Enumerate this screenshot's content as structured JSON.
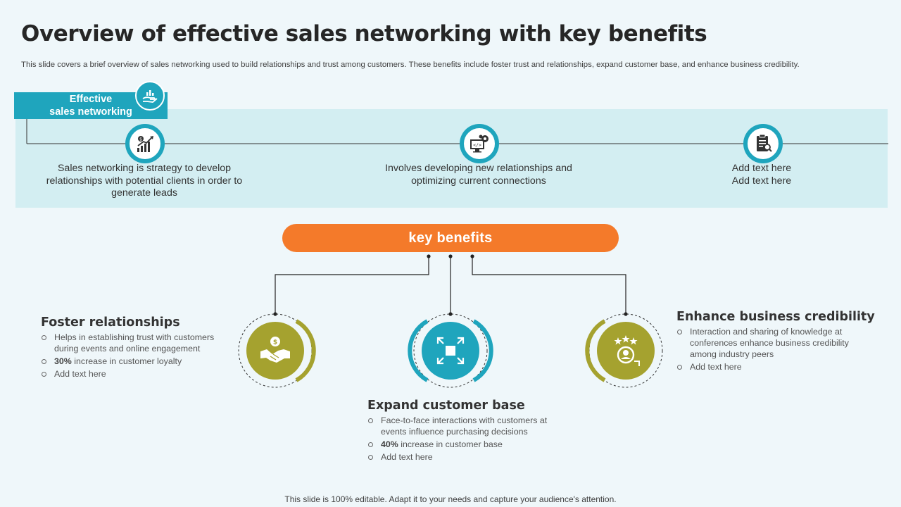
{
  "title": "Overview of effective sales networking with key benefits",
  "subtitle": "This slide covers a brief overview of sales networking used to build relationships and trust among customers. These benefits include foster trust and relationships, expand customer base, and enhance business credibility.",
  "timeline": {
    "tag_line1": "Effective",
    "tag_line2": "sales networking",
    "items": [
      {
        "text": "Sales networking is strategy to develop relationships with potential clients in order to generate leads",
        "icon": "growth-chart-icon"
      },
      {
        "text": "Involves developing new relationships and optimizing current connections",
        "icon": "monitor-gear-icon"
      },
      {
        "text": "Add text here\nAdd text here",
        "icon": "clipboard-search-icon"
      }
    ]
  },
  "benefits_label": "key benefits",
  "benefits": [
    {
      "title": "Foster relationships",
      "icon": "handshake-icon",
      "color": "#a5a22f",
      "points": [
        {
          "text": "Helps in establishing trust with customers during events and online engagement"
        },
        {
          "bold": "30%",
          "text": " increase in customer loyalty"
        },
        {
          "text": "Add text here"
        }
      ]
    },
    {
      "title": "Expand customer base",
      "icon": "expand-icon",
      "color": "#1fa5bd",
      "points": [
        {
          "text": "Face-to-face interactions with customers at events influence purchasing decisions"
        },
        {
          "bold": "40%",
          "text": " increase in customer base"
        },
        {
          "text": "Add text here"
        }
      ]
    },
    {
      "title": "Enhance business credibility",
      "icon": "star-user-icon",
      "color": "#a5a22f",
      "points": [
        {
          "text": "Interaction and sharing of knowledge at conferences enhance business credibility among industry peers"
        },
        {
          "text": "Add text here"
        }
      ]
    }
  ],
  "footer": "This slide is 100% editable. Adapt it to your needs and capture your audience's attention.",
  "colors": {
    "teal": "#1fa5bd",
    "band": "#d3eef2",
    "orange": "#f47a2a",
    "olive": "#a5a22f"
  }
}
